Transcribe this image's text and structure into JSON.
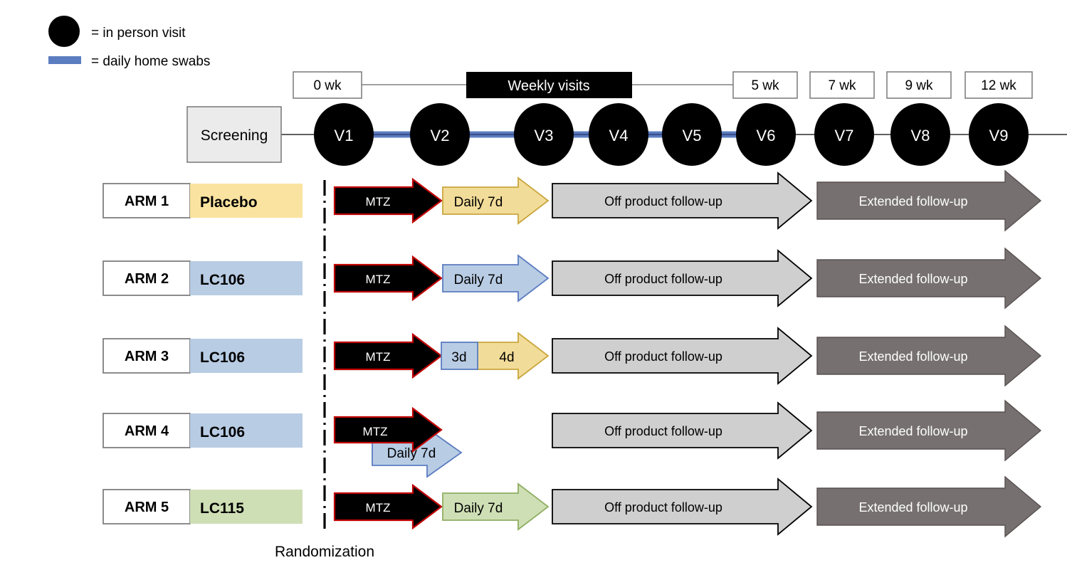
{
  "legend": {
    "items": [
      {
        "icon": "filled-circle-icon",
        "label": "= in person visit"
      },
      {
        "icon": "blue-bar-icon",
        "label": "= daily home swabs"
      }
    ]
  },
  "timeline": {
    "start_label": "0 wk",
    "weekly_label": "Weekly visits",
    "week_labels": [
      "5 wk",
      "7 wk",
      "9 wk",
      "12 wk"
    ],
    "screening_label": "Screening",
    "visits": [
      "V1",
      "V2",
      "V3",
      "V4",
      "V5",
      "V6",
      "V7",
      "V8",
      "V9"
    ],
    "swab_span": "V1-V6"
  },
  "randomization": {
    "label": "Randomization"
  },
  "arms": [
    {
      "arm_label": "ARM 1",
      "product": "Placebo",
      "badge_color": "#FAE3A0",
      "mtz_label": "MTZ",
      "dose_label": "Daily 7d",
      "dose_color": "#F2DC99",
      "off_product_label": "Off product follow-up",
      "extended_label": "Extended follow-up"
    },
    {
      "arm_label": "ARM 2",
      "product": "LC106",
      "badge_color": "#B8CCE4",
      "mtz_label": "MTZ",
      "dose_label": "Daily 7d",
      "dose_color": "#B8CCE4",
      "off_product_label": "Off product follow-up",
      "extended_label": "Extended follow-up"
    },
    {
      "arm_label": "ARM 3",
      "product": "LC106",
      "badge_color": "#B8CCE4",
      "mtz_label": "MTZ",
      "dose_label_a": "3d",
      "dose_label_b": "4d",
      "dose_color_a": "#B8CCE4",
      "dose_color_b": "#F2DC99",
      "off_product_label": "Off product follow-up",
      "extended_label": "Extended follow-up"
    },
    {
      "arm_label": "ARM 4",
      "product": "LC106",
      "badge_color": "#B8CCE4",
      "mtz_label": "MTZ",
      "dose_label": "Daily 7d",
      "dose_color": "#B8CCE4",
      "off_product_label": "Off product follow-up",
      "extended_label": "Extended follow-up"
    },
    {
      "arm_label": "ARM 5",
      "product": "LC115",
      "badge_color": "#CFDFB5",
      "mtz_label": "MTZ",
      "dose_label": "Daily 7d",
      "dose_color": "#CFDFB5",
      "off_product_label": "Off product follow-up",
      "extended_label": "Extended follow-up"
    }
  ],
  "colors": {
    "yellow": "#F2DC99",
    "yellow_border": "#C9A63C",
    "blue": "#B8CCE4",
    "blue_border": "#5B7CC0",
    "green": "#CFDFB5",
    "green_border": "#8FAE63",
    "gray_light": "#CFCFCF",
    "gray_dark": "#767070",
    "mtz_fill": "#000000",
    "mtz_border": "#C00000",
    "swab_blue": "#5B7CC0"
  }
}
